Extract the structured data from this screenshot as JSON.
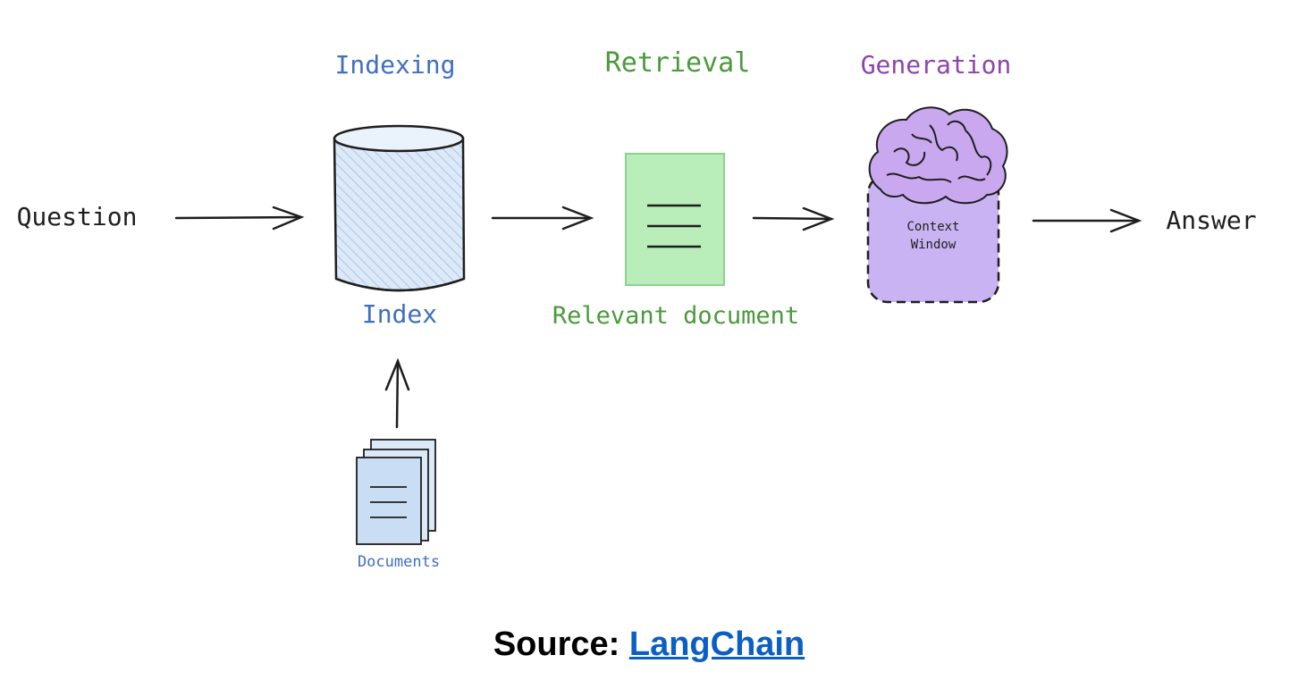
{
  "diagram": {
    "stages": {
      "indexing": "Indexing",
      "retrieval": "Retrieval",
      "generation": "Generation"
    },
    "nodes": {
      "question": "Question",
      "index": "Index",
      "relevant_document": "Relevant document",
      "context_window_line1": "Context",
      "context_window_line2": "Window",
      "answer": "Answer",
      "documents": "Documents"
    }
  },
  "footer": {
    "source_label": "Source:",
    "source_link_text": "LangChain"
  }
}
